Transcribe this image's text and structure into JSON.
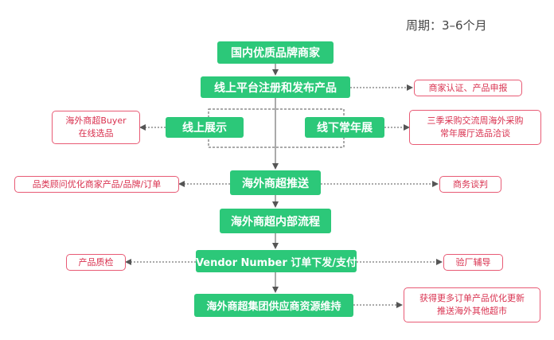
{
  "period_label": "周期：3–6个月",
  "steps": {
    "s1": "国内优质品牌商家",
    "s2": "线上平台注册和发布产品",
    "s3a": "线上展示",
    "s3b": "线下常年展",
    "s4": "海外商超推送",
    "s5": "海外商超内部流程",
    "s6": "Vendor Number 订单下发/支付",
    "s7": "海外商超集团供应商资源维持"
  },
  "notes": {
    "n_reg": "商家认证、产品申报",
    "n_online": [
      "海外商超Buyer",
      "在线选品"
    ],
    "n_offline": [
      "三季采购交流周海外采购",
      "常年展厅选品洽谈"
    ],
    "n_push_left": "品类顾问优化商家产品/品牌/订单",
    "n_push_right": "商务谈判",
    "n_order_left": "产品质检",
    "n_order_right": "验厂辅导",
    "n_maintain": [
      "获得更多订单产品优化更新",
      "推送海外其他超市"
    ]
  },
  "colors": {
    "step_fill": "#2cc879",
    "note_border": "#e85b75",
    "note_text": "#d9314f",
    "connector": "#555555"
  }
}
